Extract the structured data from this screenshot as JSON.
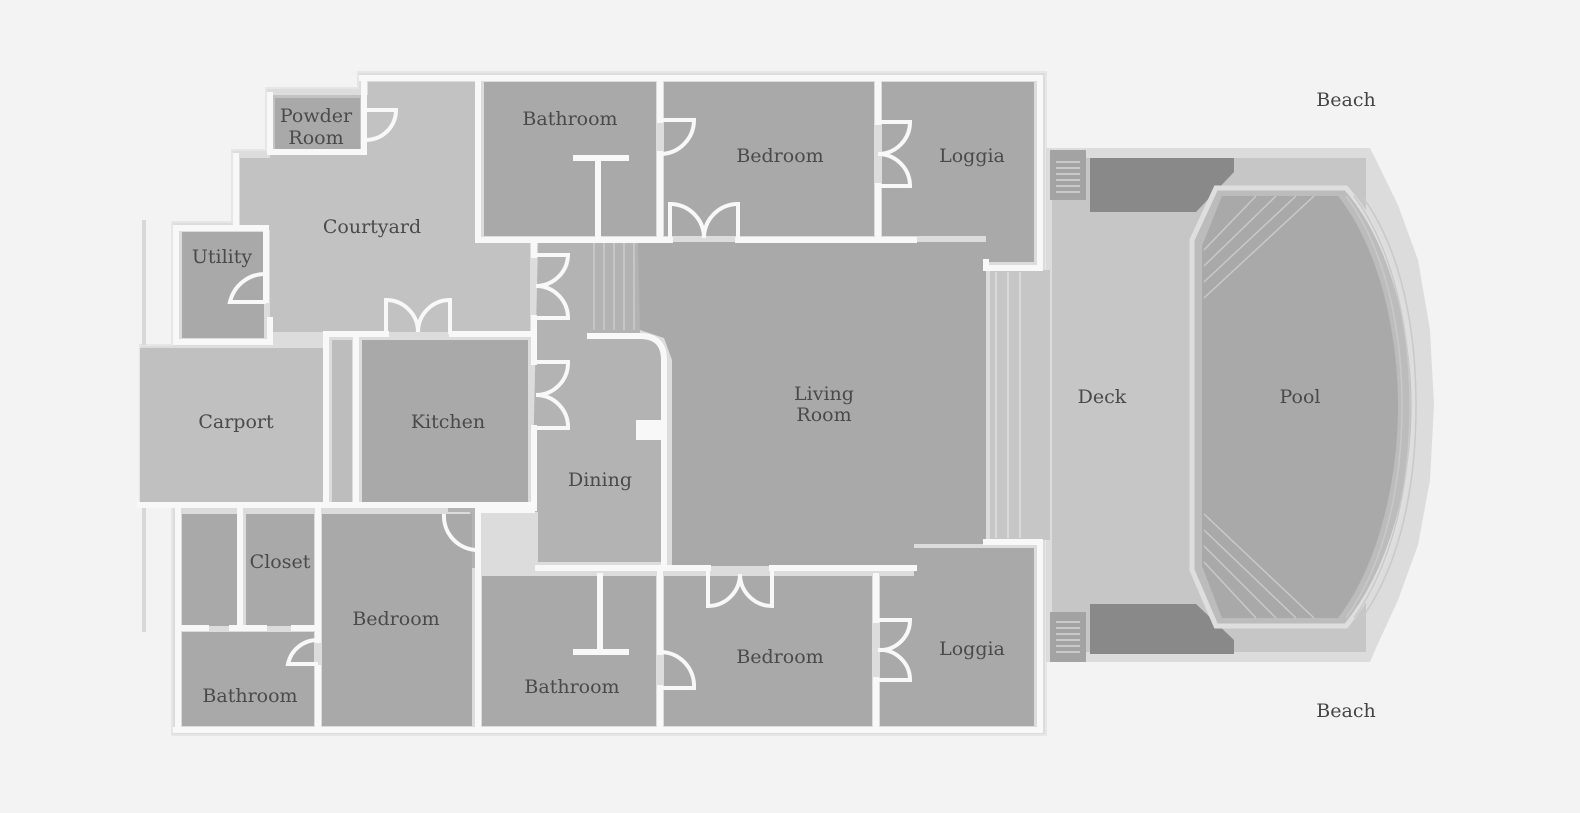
{
  "floorplan": {
    "rooms": {
      "powder_room": [
        "Powder",
        "Room"
      ],
      "courtyard": "Courtyard",
      "utility": "Utility",
      "carport": "Carport",
      "kitchen": "Kitchen",
      "dining": "Dining",
      "closet": "Closet",
      "bedroom_west": "Bedroom",
      "bathroom_southwest": "Bathroom",
      "bathroom_north": "Bathroom",
      "bedroom_north": "Bedroom",
      "loggia_north": "Loggia",
      "living_room": [
        "Living",
        "Room"
      ],
      "bathroom_south": "Bathroom",
      "bedroom_south": "Bedroom",
      "loggia_south": "Loggia",
      "deck": "Deck",
      "pool": "Pool"
    },
    "outside": {
      "beach_north": "Beach",
      "beach_south": "Beach"
    }
  },
  "colors": {
    "background": "#f3f3f3",
    "wall": "#f8f8f8",
    "outline": "#dcdcdc",
    "room_dark": "#a9a9a9",
    "room_mid": "#b3b3b3",
    "room_light": "#c3c3c3",
    "deck": "#c6c6c6",
    "planter": "#898989",
    "label": "#4a4a4a"
  }
}
